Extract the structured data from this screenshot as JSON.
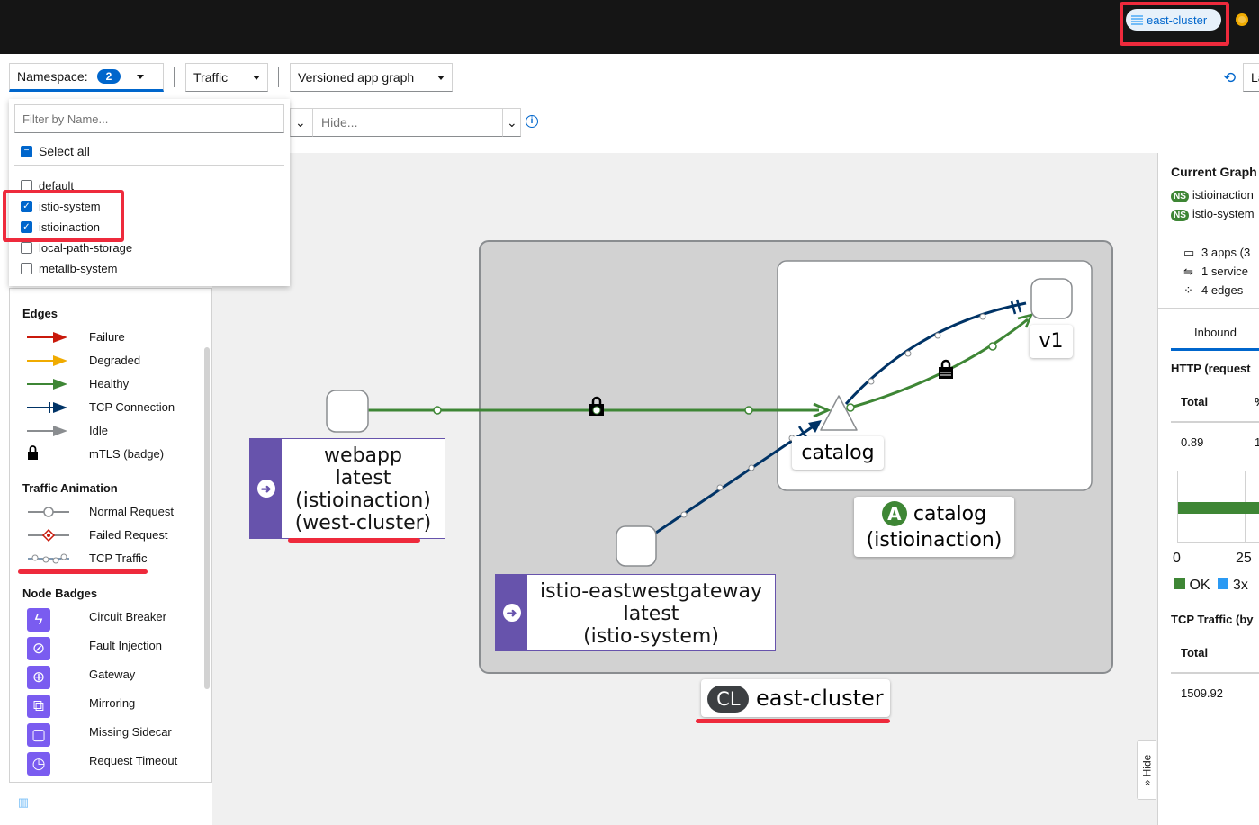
{
  "header": {
    "cluster": "east-cluster",
    "cluster_icon": "server-icon",
    "status_icon": "status-dot-icon"
  },
  "toolbar": {
    "namespace_label": "Namespace:",
    "namespace_count": "2",
    "traffic_label": "Traffic",
    "graph_type": "Versioned app graph",
    "right_partial": "La",
    "hide_placeholder": "Hide..."
  },
  "namespace_menu": {
    "filter_placeholder": "Filter by Name...",
    "select_all": "Select all",
    "items": [
      {
        "label": "default",
        "checked": false
      },
      {
        "label": "istio-system",
        "checked": true
      },
      {
        "label": "istioinaction",
        "checked": true
      },
      {
        "label": "local-path-storage",
        "checked": false
      },
      {
        "label": "metallb-system",
        "checked": false
      }
    ]
  },
  "legend": {
    "edges_title": "Edges",
    "edges": [
      {
        "label": "Failure",
        "color": "#c9190b"
      },
      {
        "label": "Degraded",
        "color": "#f0ab00"
      },
      {
        "label": "Healthy",
        "color": "#3e8635"
      },
      {
        "label": "TCP Connection",
        "color": "#003366"
      },
      {
        "label": "Idle",
        "color": "#8a8d90"
      },
      {
        "label": "mTLS (badge)"
      }
    ],
    "animation_title": "Traffic Animation",
    "animation": [
      "Normal Request",
      "Failed Request",
      "TCP Traffic"
    ],
    "badges_title": "Node Badges",
    "badges": [
      {
        "label": "Circuit Breaker",
        "icon": "bolt-icon"
      },
      {
        "label": "Fault Injection",
        "icon": "ban-icon"
      },
      {
        "label": "Gateway",
        "icon": "globe-icon"
      },
      {
        "label": "Mirroring",
        "icon": "mirror-icon"
      },
      {
        "label": "Missing Sidecar",
        "icon": "square-dashed-icon"
      },
      {
        "label": "Request Timeout",
        "icon": "clock-icon"
      }
    ]
  },
  "graph": {
    "webapp": [
      "webapp",
      "latest",
      "(istioinaction)",
      "(west-cluster)"
    ],
    "gateway": [
      "istio-eastwestgateway",
      "latest",
      "(istio-system)"
    ],
    "catalog_service": "catalog",
    "v1": "v1",
    "catalog_app_badge": "A",
    "catalog_app": [
      "catalog",
      "(istioinaction)"
    ],
    "cluster_badge": "CL",
    "cluster": "east-cluster"
  },
  "side_panel": {
    "title": "Current Graph",
    "namespaces": [
      "istioinaction",
      "istio-system"
    ],
    "ns_badge": "NS",
    "stats": [
      "3 apps (3",
      "1 service",
      "4 edges"
    ],
    "tab": "Inbound",
    "http_title": "HTTP (request",
    "col_total": "Total",
    "col_pct": "%",
    "http_total": "0.89",
    "http_pct": "1",
    "axis": [
      "0",
      "25"
    ],
    "legend_ok": "OK",
    "legend_3xx": "3x",
    "ok_color": "#3e8635",
    "x3_color": "#2b9af3",
    "tcp_title": "TCP Traffic (by",
    "tcp_total_label": "Total",
    "tcp_total": "1509.92",
    "hide_label": "Hide"
  }
}
